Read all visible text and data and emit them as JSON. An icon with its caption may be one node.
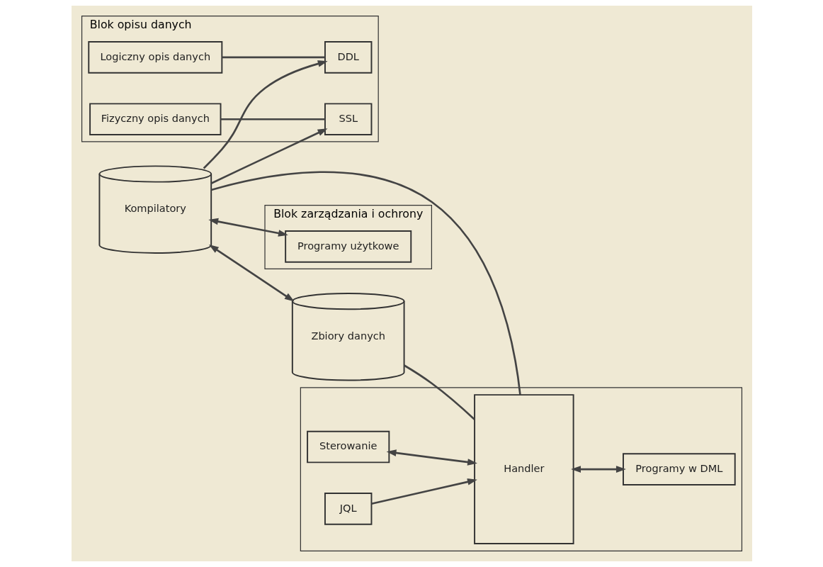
{
  "diagram": {
    "nodes": [
      {
        "text": [
          "Blok opisu danych"
        ]
      },
      {
        "text": [
          "Logiczny opis danych"
        ],
        "in": 0
      },
      {
        "text": [
          "DDL"
        ],
        "in": 0
      },
      {
        "text": [
          "Fizyczny opis danych"
        ],
        "in": 0
      },
      {
        "text": [
          "SSL"
        ],
        "in": 0
      },
      {
        "text": [],
        "shape": "box"
      },
      {
        "text": [
          "Blok zarządzania i ochrony"
        ]
      },
      {
        "text": [
          "Kompilatory"
        ]
      },
      {
        "text": [
          "Zbiory danych"
        ]
      },
      {
        "text": [
          "Programy użytkowe"
        ],
        "in": 6
      },
      {
        "text": [
          "Sterowanie"
        ],
        "in": 5
      },
      {
        "text": [
          "Handler"
        ],
        "in": 5
      },
      {
        "text": [
          "Programy w DML"
        ],
        "in": 5
      },
      {
        "text": [
          "JQL"
        ],
        "in": 5
      }
    ],
    "edges": [
      {
        "from": 1,
        "to": 2,
        "arrow": "none"
      },
      {
        "from": 3,
        "to": 4,
        "arrow": "none"
      },
      {
        "from": 7,
        "to": 2,
        "arrow": "to"
      },
      {
        "from": 7,
        "to": 4,
        "arrow": "to"
      },
      {
        "from": 7,
        "to": 8,
        "arrow": "both"
      },
      {
        "from": 7,
        "to": 9,
        "arrow": "both"
      },
      {
        "from": 7,
        "to": 11,
        "arrow": "none"
      },
      {
        "from": 8,
        "to": 11,
        "arrow": "none"
      },
      {
        "from": 10,
        "to": 11,
        "arrow": "both"
      },
      {
        "from": 11,
        "to": 12,
        "arrow": "both"
      },
      {
        "from": 13,
        "to": 11,
        "arrow": "to"
      }
    ]
  }
}
